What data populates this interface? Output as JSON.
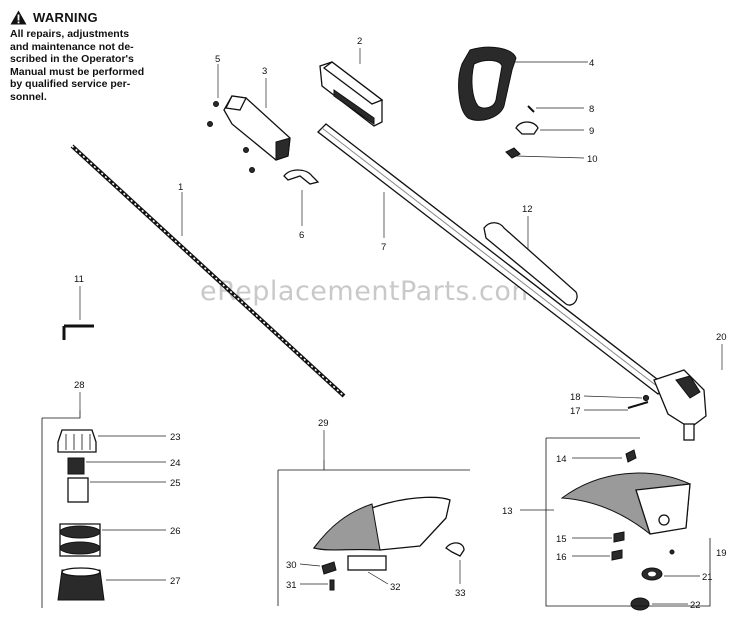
{
  "warning": {
    "title": "WARNING",
    "text": "All repairs, adjustments\nand maintenance not de-\nscribed in the Operator's\nManual must be performed\nby qualified service per-\nsonnel."
  },
  "watermark": "eReplacementParts.com",
  "callouts": [
    "1",
    "2",
    "3",
    "4",
    "5",
    "6",
    "7",
    "8",
    "9",
    "10",
    "11",
    "12",
    "13",
    "14",
    "15",
    "16",
    "17",
    "18",
    "19",
    "20",
    "21",
    "22",
    "23",
    "24",
    "25",
    "26",
    "27",
    "28",
    "29",
    "30",
    "31",
    "32",
    "33"
  ]
}
